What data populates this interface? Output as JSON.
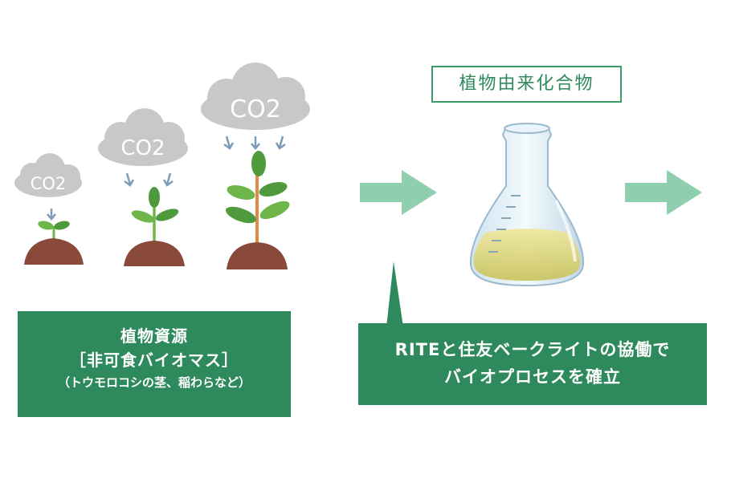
{
  "clouds": [
    {
      "label": "CO2"
    },
    {
      "label": "CO2"
    },
    {
      "label": "CO2"
    }
  ],
  "product_label": "植物由来化合物",
  "source_box": {
    "line1": "植物資源",
    "line2": "［非可食バイオマス］",
    "line3": "（トウモロコシの茎、稲わらなど）"
  },
  "process_box": {
    "line1": "RITEと住友ベークライトの協働で",
    "line2": "バイオプロセスを確立"
  },
  "colors": {
    "box_green": "#2e8a5d",
    "arrow_green": "#8fcfae",
    "cloud_gray": "#c9c9c9",
    "soil_brown": "#8a4a3a",
    "leaf_green": "#6fb64a",
    "liquid": "#d9d57a"
  }
}
